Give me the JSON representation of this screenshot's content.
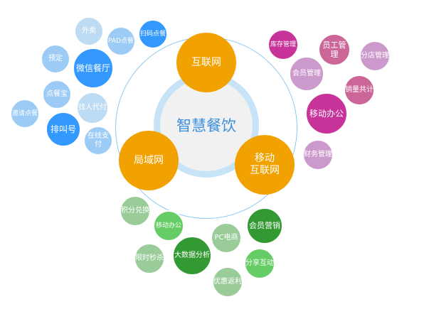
{
  "center": {
    "title": "智慧餐饮"
  },
  "hubs": {
    "internet": "互联网",
    "lan": "局域网",
    "mobile_line1": "移动",
    "mobile_line2": "互联网"
  },
  "lan_group": [
    "外卖",
    "PAD点餐",
    "扫码点餐",
    "预定",
    "微信餐厅",
    "点餐宝",
    "找人代付",
    "邀请点餐",
    "排叫号",
    "在线支付"
  ],
  "mobile_group": [
    "库存管理",
    "员工管理",
    "分店管理",
    "会员管理",
    "销量共计",
    "移动办公",
    "财务管理"
  ],
  "internet_group": [
    "积分兑换",
    "移动办公",
    "限时秒杀",
    "大数据分析",
    "PC电商",
    "会员营销",
    "分享互动",
    "优惠返利"
  ],
  "colors": {
    "hub": "#f2a200",
    "center_text": "#3c8fdc",
    "blue": "#3399ff",
    "purple": "#c8339a",
    "green": "#339933"
  }
}
